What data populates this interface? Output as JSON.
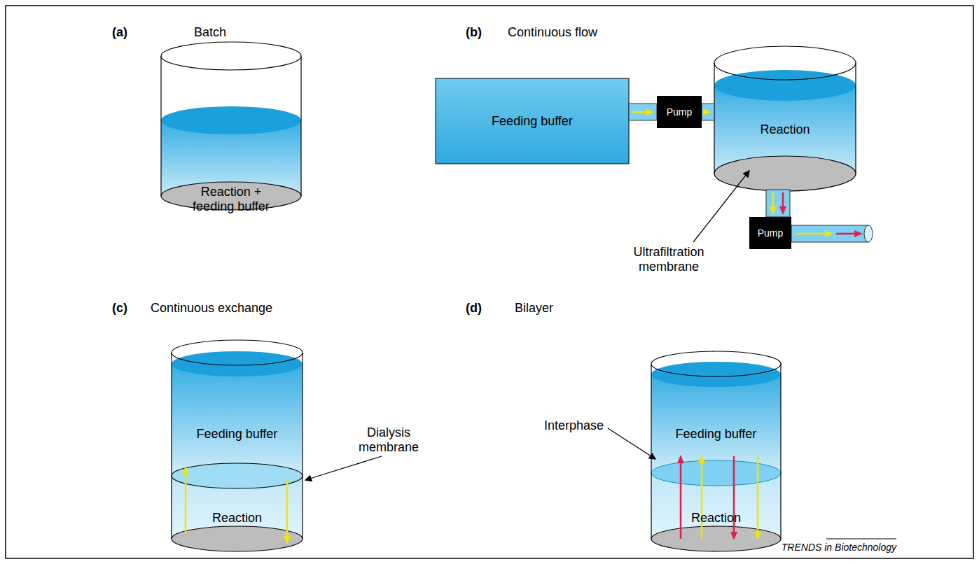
{
  "diagram": {
    "nodes": [
      {
        "text": [
          "Reaction + feeding buffer"
        ]
      },
      {
        "text": [
          "Feeding buffer"
        ]
      },
      {
        "text": [
          "Pump"
        ]
      },
      {
        "text": [
          "Reaction"
        ]
      },
      {
        "text": [
          "Pump"
        ]
      },
      {
        "text": [
          "Feeding buffer",
          "Reaction"
        ]
      },
      {
        "text": [
          "Feeding buffer",
          "Reaction"
        ]
      }
    ],
    "edges": [
      {
        "from": 1,
        "to": 2,
        "arrow": "to"
      },
      {
        "from": 2,
        "to": 3,
        "arrow": "to"
      },
      {
        "from": 3,
        "to": 4,
        "arrow": "to"
      }
    ],
    "labels": [
      "(a)",
      "Batch",
      "(b)",
      "Continuous flow",
      "Ultrafiltration membrane",
      "(c)",
      "Continuous exchange",
      "Dialysis membrane",
      "(d)",
      "Bilayer",
      "Interphase",
      "TRENDS in Biotechnology"
    ]
  }
}
